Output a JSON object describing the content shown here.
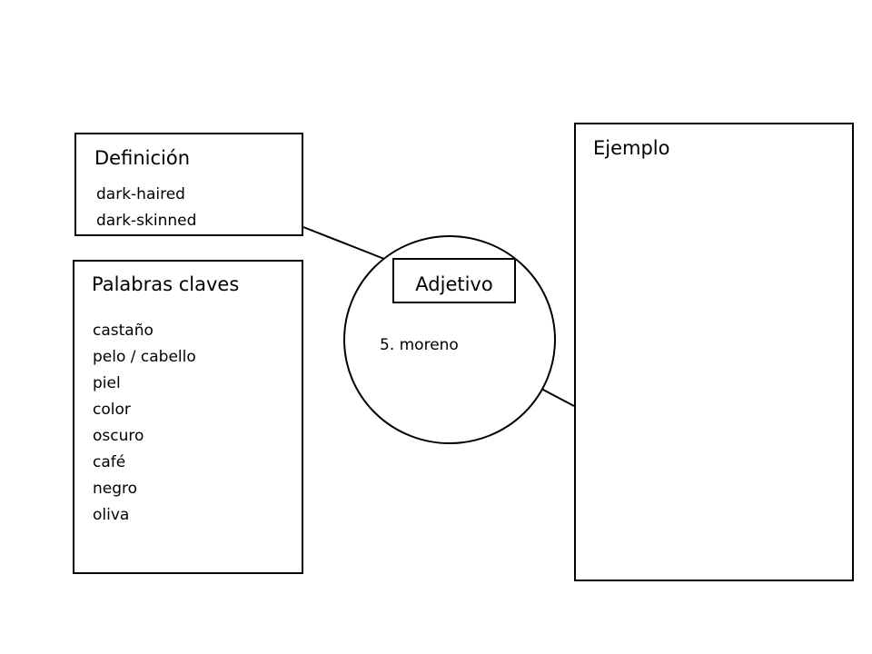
{
  "definition": {
    "title": "Definición",
    "items": [
      "dark-haired",
      "dark-skinned"
    ]
  },
  "keywords": {
    "title": "Palabras claves",
    "items": [
      "castaño",
      "pelo / cabello",
      "piel",
      "color",
      "oscuro",
      "café",
      "negro",
      "oliva"
    ]
  },
  "example": {
    "title": "Ejemplo"
  },
  "center": {
    "label": "Adjetivo",
    "word": "5. moreno"
  },
  "colors": {
    "stroke": "#000000",
    "background": "#ffffff"
  }
}
